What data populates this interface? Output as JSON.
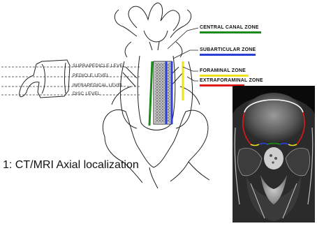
{
  "zones": [
    {
      "label": "CENTRAL CANAL ZONE",
      "color": "#1a8a1a"
    },
    {
      "label": "SUBARTICULAR ZONE",
      "color": "#2a3fd6"
    },
    {
      "label": "FORAMINAL ZONE",
      "color": "#f2e21a"
    },
    {
      "label": "EXTRAFORAMINAL ZONE",
      "color": "#e01818"
    }
  ],
  "levels": [
    {
      "label": "SUPRAPEDICLE LEVEL"
    },
    {
      "label": "PEDICLE LEVEL"
    },
    {
      "label": "INFRAPEDICAL LEVEL"
    },
    {
      "label": "DISC LEVEL"
    }
  ],
  "caption": "1: CT/MRI Axial localization",
  "colors": {
    "green": "#1a8a1a",
    "blue": "#2a3fd6",
    "yellow": "#f2e21a",
    "red": "#e01818",
    "white_outline": "#ffffff"
  }
}
